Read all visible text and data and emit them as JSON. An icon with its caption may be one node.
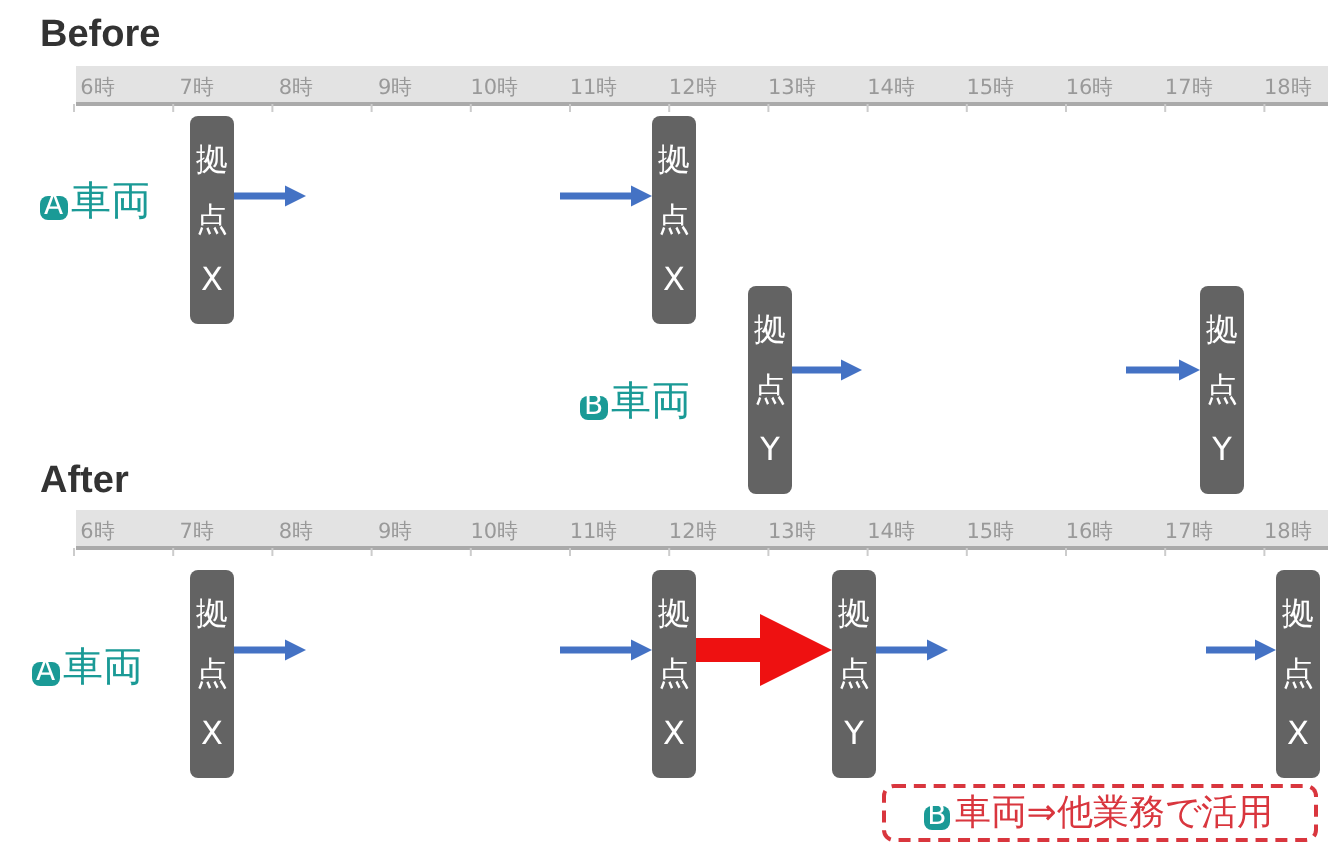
{
  "diagram": {
    "nodes": [
      {
        "text": [
          "拠点X"
        ]
      },
      {
        "text": [
          "拠点X"
        ]
      },
      {
        "text": [
          "拠点Y"
        ]
      },
      {
        "text": [
          "拠点Y"
        ]
      },
      {
        "text": [
          "拠点X"
        ]
      },
      {
        "text": [
          "拠点X"
        ]
      },
      {
        "text": [
          "拠点Y"
        ]
      },
      {
        "text": [
          "拠点X"
        ]
      },
      {
        "text": [
          "B車両⇒他業務で活用"
        ]
      }
    ],
    "edges": [
      {
        "from": 0,
        "to": null,
        "arrow": "to"
      },
      {
        "from": null,
        "to": 1,
        "arrow": "to"
      },
      {
        "from": 2,
        "to": null,
        "arrow": "to"
      },
      {
        "from": null,
        "to": 3,
        "arrow": "to"
      },
      {
        "from": 4,
        "to": null,
        "arrow": "to"
      },
      {
        "from": null,
        "to": 5,
        "arrow": "to"
      },
      {
        "from": 5,
        "to": 6,
        "arrow": "to",
        "style": "thick",
        "color": "#ee1111"
      },
      {
        "from": 6,
        "to": null,
        "arrow": "to"
      },
      {
        "from": null,
        "to": 7,
        "arrow": "to"
      }
    ],
    "labels": [
      "Before",
      "6時",
      "7時",
      "8時",
      "9時",
      "10時",
      "11時",
      "12時",
      "13時",
      "14時",
      "15時",
      "16時",
      "17時",
      "18時",
      "A車両",
      "B車両",
      "After",
      "6時",
      "7時",
      "8時",
      "9時",
      "10時",
      "11時",
      "12時",
      "13時",
      "14時",
      "15時",
      "16時",
      "17時",
      "18時",
      "A車両"
    ]
  }
}
